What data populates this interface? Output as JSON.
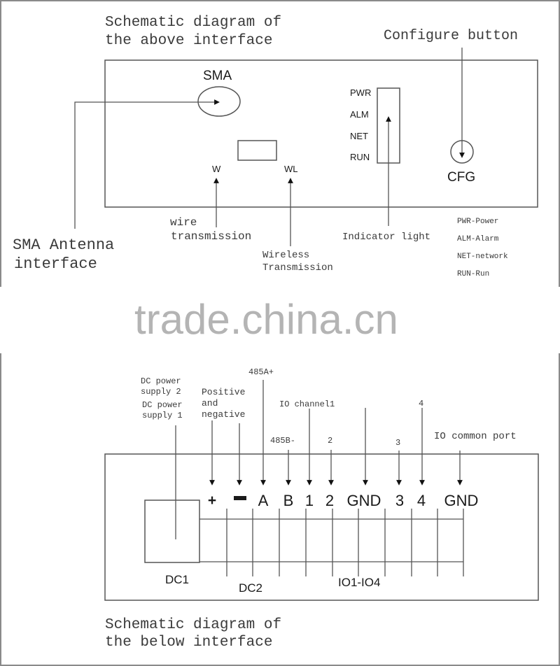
{
  "top_diagram": {
    "title_line1": "Schematic diagram of",
    "title_line2": "the above interface",
    "configure_label": "Configure button",
    "sma_label": "SMA",
    "w_label": "W",
    "wl_label": "WL",
    "leds": [
      "PWR",
      "ALM",
      "NET",
      "RUN"
    ],
    "cfg_label": "CFG",
    "sma_antenna_line1": "SMA Antenna",
    "sma_antenna_line2": "interface",
    "wire_line1": "wire",
    "wire_line2": "transmission",
    "wireless_line1": "Wireless",
    "wireless_line2": "Transmission",
    "indicator_label": "Indicator light",
    "legend": [
      "PWR-Power",
      "ALM-Alarm",
      "NET-network",
      "RUN-Run"
    ]
  },
  "watermark": "trade.china.cn",
  "bottom_diagram": {
    "callouts": {
      "dc2_line1": "DC power",
      "dc2_line2": "supply 2",
      "dc1_line1": "DC power",
      "dc1_line2": "supply 1",
      "posneg_line1": "Positive",
      "posneg_line2": "and",
      "posneg_line3": "negative",
      "a485": "485A+",
      "b485": "485B-",
      "io_channel": "IO channel1",
      "ch2": "2",
      "ch3": "3",
      "ch4": "4",
      "io_common": "IO common port"
    },
    "terminals": [
      "+",
      "−",
      "A",
      "B",
      "1",
      "2",
      "GND",
      "3",
      "4",
      "GND"
    ],
    "dc1_label": "DC1",
    "dc2_label": "DC2",
    "io_label": "IO1-IO4",
    "title_line1": "Schematic diagram of",
    "title_line2": "the below interface"
  }
}
